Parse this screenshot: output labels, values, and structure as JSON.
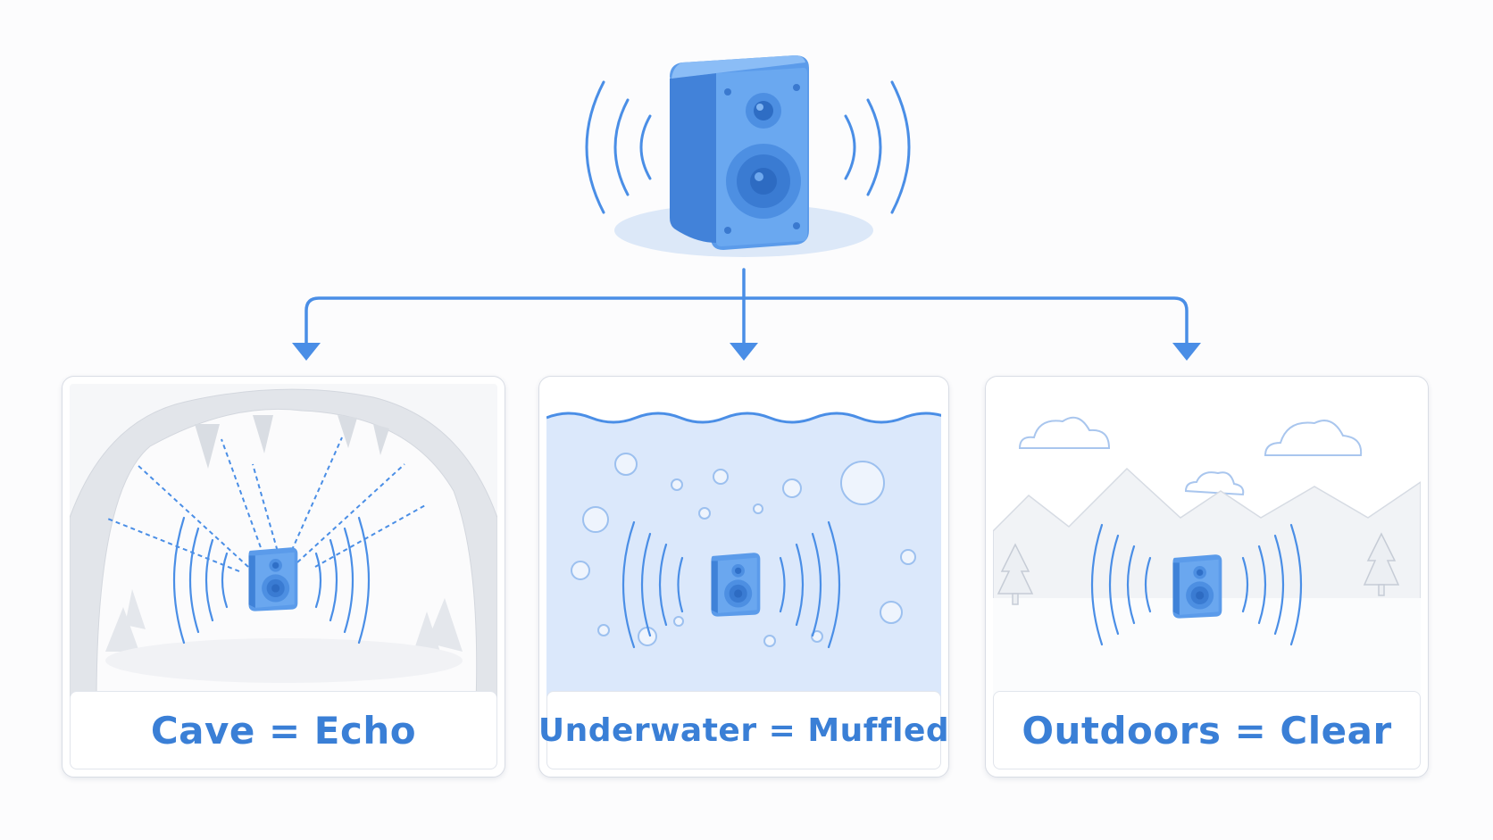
{
  "diagram": {
    "source_icon": "speaker-icon",
    "panels": [
      {
        "id": "cave",
        "label": "Cave = Echo",
        "icon": "cave-icon"
      },
      {
        "id": "underwater",
        "label": "Underwater = Muffled",
        "icon": "water-icon"
      },
      {
        "id": "outdoors",
        "label": "Outdoors = Clear",
        "icon": "mountains-icon"
      }
    ]
  },
  "colors": {
    "accent": "#4a8ee6",
    "speaker": "#5b9bea",
    "speaker_dark": "#3d7fd6",
    "water": "#dbe8fb",
    "caption": "#3a7fd6"
  }
}
